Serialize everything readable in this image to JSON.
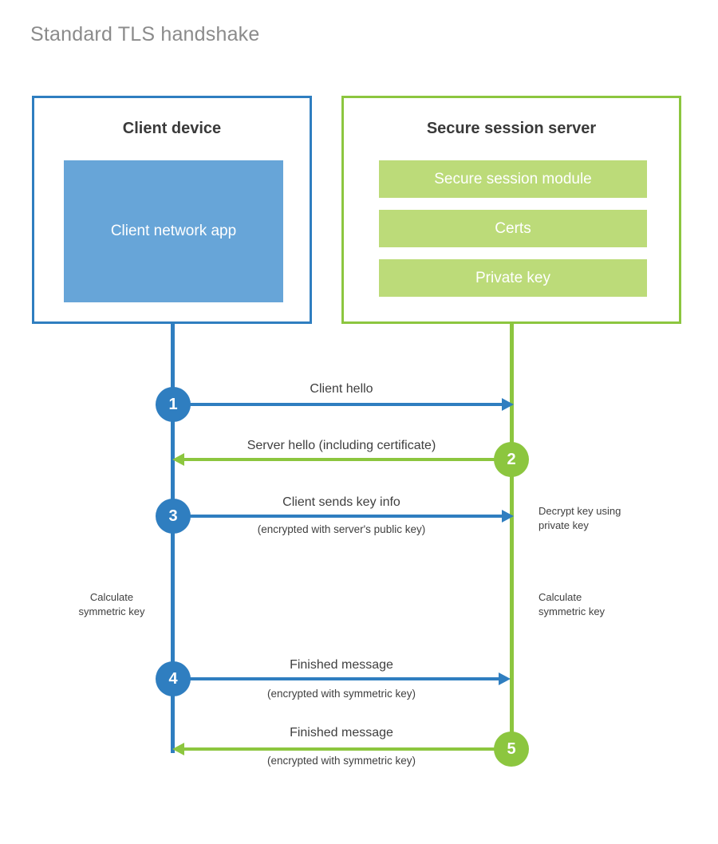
{
  "page": {
    "title": "Standard TLS handshake",
    "background": "#ffffff"
  },
  "colors": {
    "client_accent": "#2f7ec0",
    "client_fill": "#67a5d8",
    "server_accent": "#8cc63f",
    "server_fill": "#bcdb79",
    "title_text": "#8b8b8b",
    "body_text": "#3f3f3f"
  },
  "client": {
    "title": "Client device",
    "app_label": "Client network app"
  },
  "server": {
    "title": "Secure session server",
    "components": [
      {
        "label": "Secure session module"
      },
      {
        "label": "Certs"
      },
      {
        "label": "Private key"
      }
    ]
  },
  "steps": [
    {
      "number": "1",
      "direction": "client-to-server",
      "owner": "client",
      "main_label": "Client hello",
      "sub_label": ""
    },
    {
      "number": "2",
      "direction": "server-to-client",
      "owner": "server",
      "main_label": "Server hello (including certificate)",
      "sub_label": ""
    },
    {
      "number": "3",
      "direction": "client-to-server",
      "owner": "client",
      "main_label": "Client sends key info",
      "sub_label": "(encrypted with server's public key)"
    },
    {
      "number": "4",
      "direction": "client-to-server",
      "owner": "client",
      "main_label": "Finished message",
      "sub_label": "(encrypted with symmetric key)"
    },
    {
      "number": "5",
      "direction": "server-to-client",
      "owner": "server",
      "main_label": "Finished message",
      "sub_label": "(encrypted with symmetric key)"
    }
  ],
  "notes": {
    "decrypt_key": "Decrypt key using\nprivate key",
    "calculate_symmetric_key_client": "Calculate\nsymmetric key",
    "calculate_symmetric_key_server": "Calculate\nsymmetric key"
  }
}
